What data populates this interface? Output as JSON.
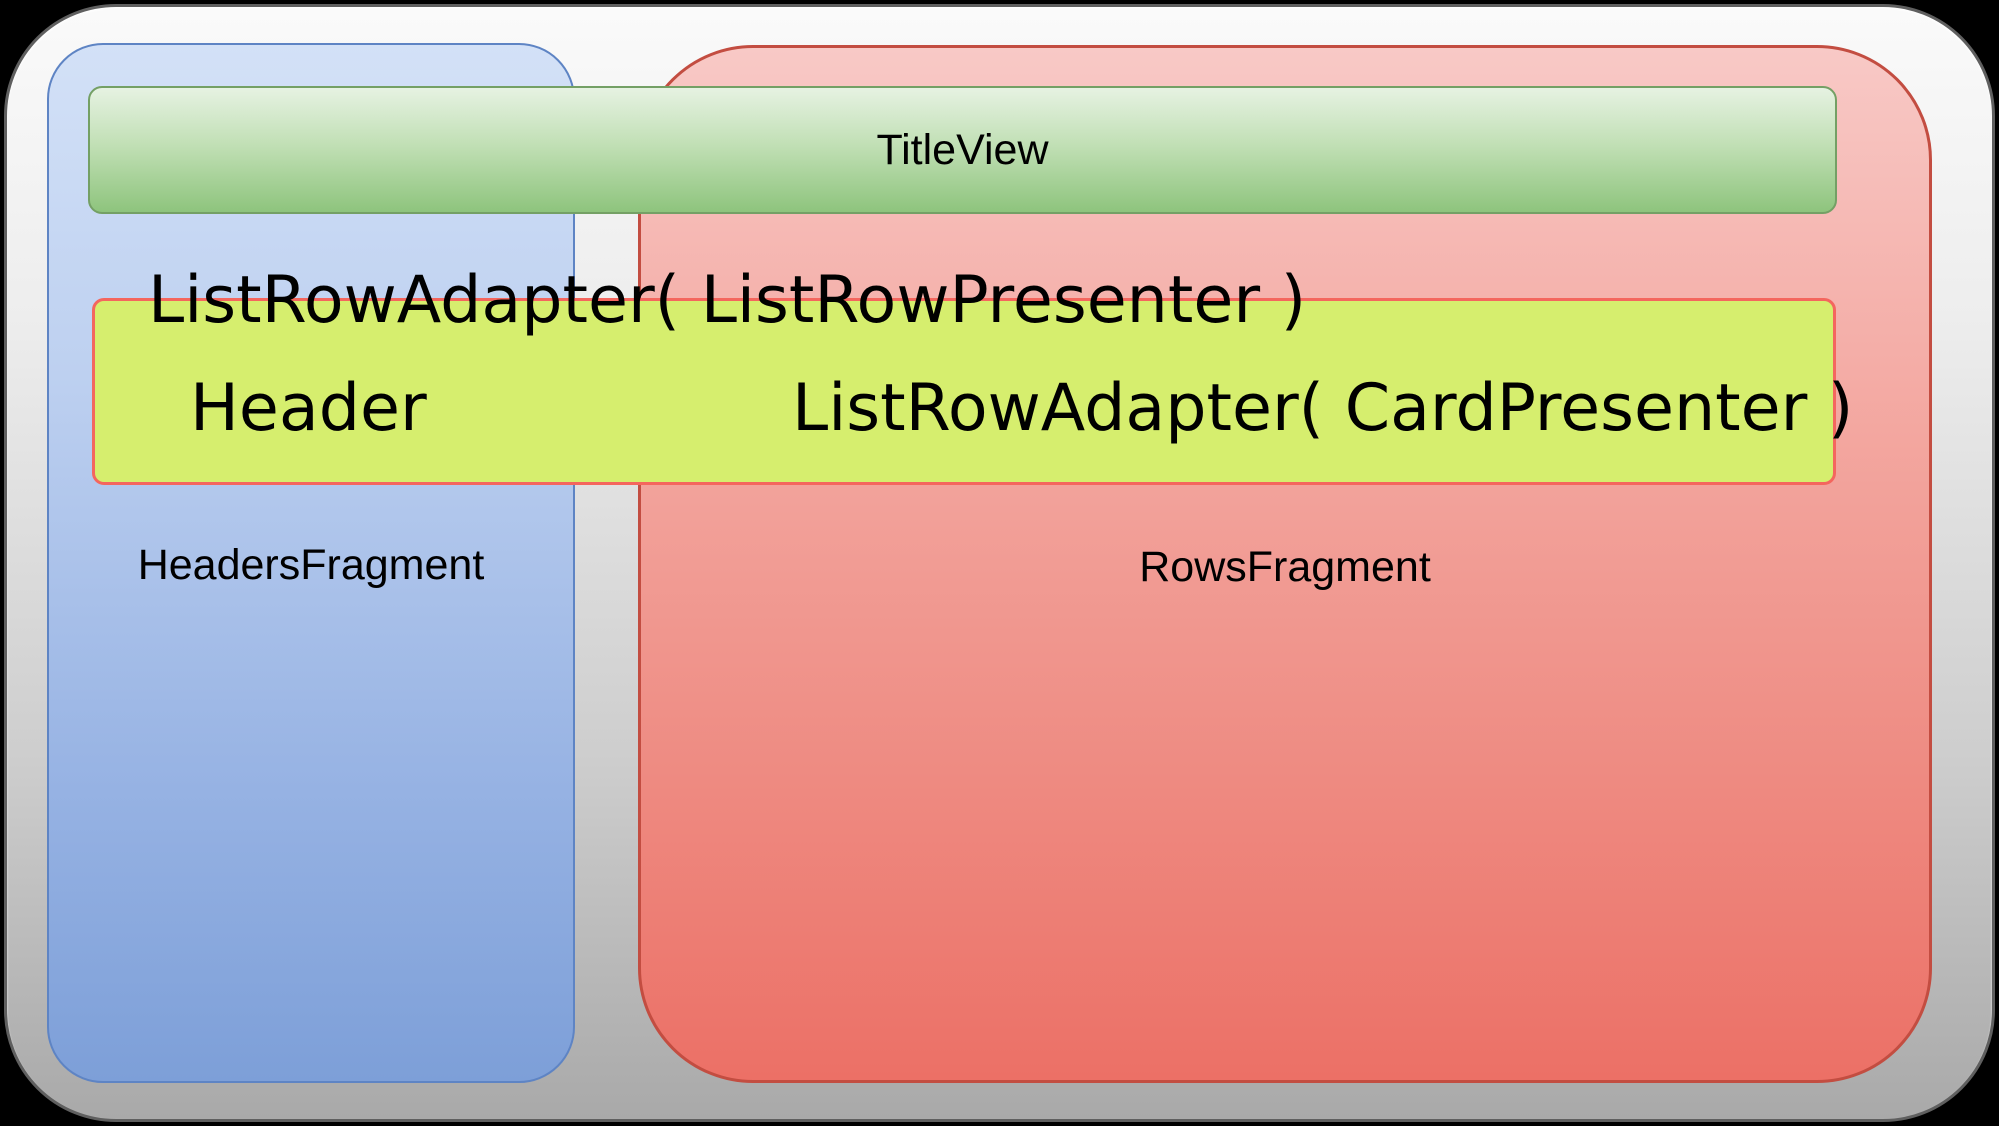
{
  "labels": {
    "title_view": "TitleView",
    "list_row_presenter": "ListRowAdapter( ListRowPresenter )",
    "header": "Header",
    "card_presenter": "ListRowAdapter( CardPresenter )",
    "headers_fragment": "HeadersFragment",
    "rows_fragment": "RowsFragment"
  },
  "colors": {
    "background": "#000000",
    "frame_top": "#fafafa",
    "frame_bottom": "#a9a9a9",
    "headers_panel_top": "#d3e1f7",
    "headers_panel_bottom": "#7d9fd8",
    "rows_panel_top": "#f8c9c6",
    "rows_panel_bottom": "#ec7066",
    "title_bar_top": "#e6f2e2",
    "title_bar_bottom": "#8ec47d",
    "adapter_bar_fill": "#d6ee6e",
    "adapter_bar_border": "#f4665e"
  }
}
